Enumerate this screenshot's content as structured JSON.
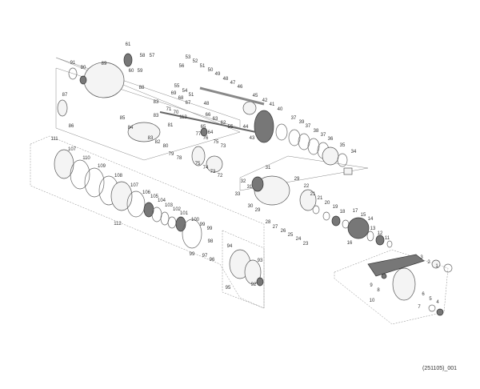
{
  "diagram": {
    "part_labels": [
      "61",
      "58",
      "57",
      "60",
      "59",
      "91",
      "90",
      "89",
      "88",
      "87",
      "86",
      "85",
      "84",
      "83",
      "83",
      "83",
      "82",
      "81",
      "80",
      "79",
      "78",
      "71",
      "70",
      "113",
      "69",
      "68",
      "67",
      "56",
      "55",
      "54",
      "51",
      "53",
      "52",
      "51",
      "50",
      "49",
      "48",
      "47",
      "46",
      "48",
      "66",
      "63",
      "62",
      "55",
      "65",
      "64",
      "77",
      "76",
      "75",
      "73",
      "75",
      "74",
      "73",
      "72",
      "44",
      "45",
      "42",
      "41",
      "40",
      "43",
      "37",
      "39",
      "37",
      "38",
      "37",
      "36",
      "35",
      "34",
      "31",
      "32",
      "31",
      "33",
      "29",
      "22",
      "21",
      "21",
      "20",
      "19",
      "18",
      "17",
      "15",
      "30",
      "29",
      "28",
      "27",
      "26",
      "25",
      "24",
      "23",
      "14",
      "16",
      "13",
      "12",
      "11",
      "3",
      "2",
      "1",
      "9",
      "8",
      "10",
      "7",
      "6",
      "5",
      "4",
      "111",
      "107",
      "110",
      "109",
      "108",
      "107",
      "106",
      "105",
      "104",
      "103",
      "102",
      "101",
      "100",
      "99",
      "99",
      "98",
      "97",
      "96",
      "99",
      "112",
      "94",
      "93",
      "92",
      "95"
    ],
    "footer_code": "(251105)_001"
  }
}
